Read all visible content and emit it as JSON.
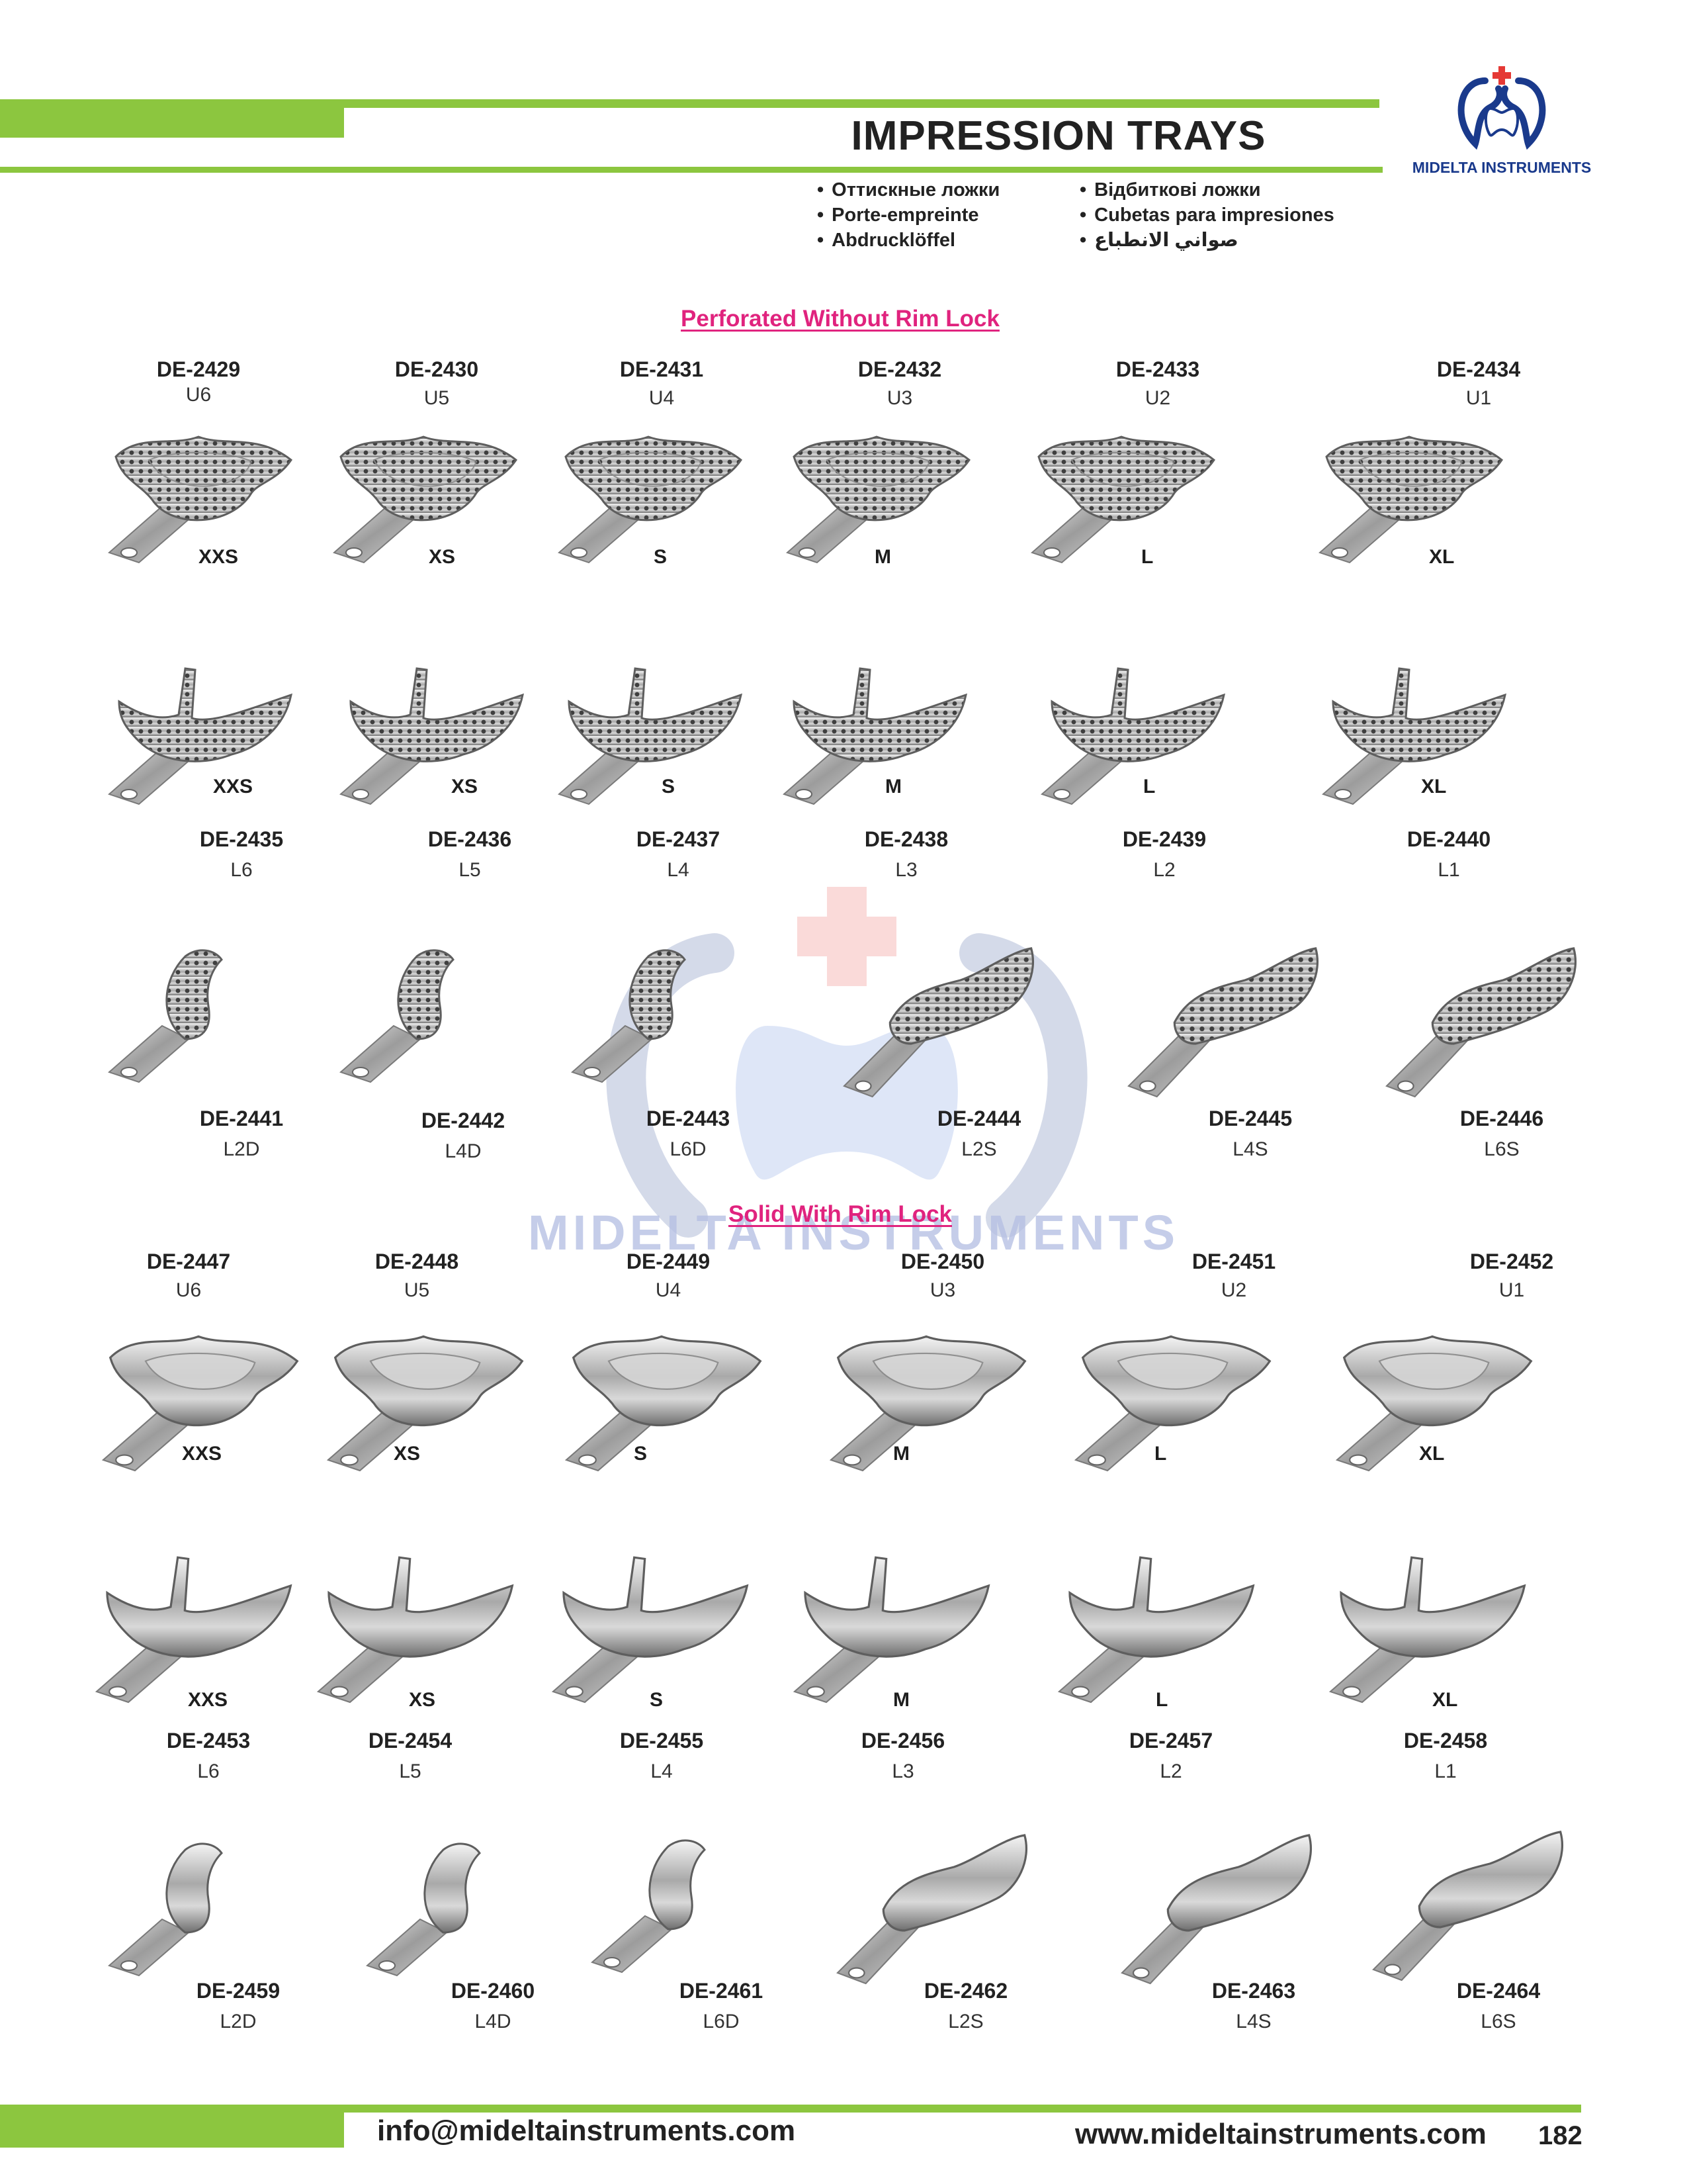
{
  "header": {
    "title": "IMPRESSION TRAYS",
    "brand": "MIDELTA INSTRUMENTS",
    "translations_left": [
      "Оттискные ложки",
      "Porte-empreinte",
      "Abdrucklöffel"
    ],
    "translations_right": [
      "Відбиткові ложки",
      "Cubetas para impresiones",
      "صواني الانطباع"
    ]
  },
  "sections": {
    "perforated": "Perforated Without Rim Lock",
    "solid": "Solid With Rim Lock"
  },
  "watermark": "MIDELTA INSTRUMENTS",
  "perforated": {
    "upper": [
      {
        "code": "DE-2429",
        "sub": "U6",
        "size": "XXS"
      },
      {
        "code": "DE-2430",
        "sub": "U5",
        "size": "XS"
      },
      {
        "code": "DE-2431",
        "sub": "U4",
        "size": "S"
      },
      {
        "code": "DE-2432",
        "sub": "U3",
        "size": "M"
      },
      {
        "code": "DE-2433",
        "sub": "U2",
        "size": "L"
      },
      {
        "code": "DE-2434",
        "sub": "U1",
        "size": "XL"
      }
    ],
    "lower": [
      {
        "code": "DE-2435",
        "sub": "L6",
        "size": "XXS"
      },
      {
        "code": "DE-2436",
        "sub": "L5",
        "size": "XS"
      },
      {
        "code": "DE-2437",
        "sub": "L4",
        "size": "S"
      },
      {
        "code": "DE-2438",
        "sub": "L3",
        "size": "M"
      },
      {
        "code": "DE-2439",
        "sub": "L2",
        "size": "L"
      },
      {
        "code": "DE-2440",
        "sub": "L1",
        "size": "XL"
      }
    ],
    "special": [
      {
        "code": "DE-2441",
        "sub": "L2D"
      },
      {
        "code": "DE-2442",
        "sub": "L4D"
      },
      {
        "code": "DE-2443",
        "sub": "L6D"
      },
      {
        "code": "DE-2444",
        "sub": "L2S"
      },
      {
        "code": "DE-2445",
        "sub": "L4S"
      },
      {
        "code": "DE-2446",
        "sub": "L6S"
      }
    ]
  },
  "solid": {
    "upper": [
      {
        "code": "DE-2447",
        "sub": "U6",
        "size": "XXS"
      },
      {
        "code": "DE-2448",
        "sub": "U5",
        "size": "XS"
      },
      {
        "code": "DE-2449",
        "sub": "U4",
        "size": "S"
      },
      {
        "code": "DE-2450",
        "sub": "U3",
        "size": "M"
      },
      {
        "code": "DE-2451",
        "sub": "U2",
        "size": "L"
      },
      {
        "code": "DE-2452",
        "sub": "U1",
        "size": "XL"
      }
    ],
    "lower": [
      {
        "code": "DE-2453",
        "sub": "L6",
        "size": "XXS"
      },
      {
        "code": "DE-2454",
        "sub": "L5",
        "size": "XS"
      },
      {
        "code": "DE-2455",
        "sub": "L4",
        "size": "S"
      },
      {
        "code": "DE-2456",
        "sub": "L3",
        "size": "M"
      },
      {
        "code": "DE-2457",
        "sub": "L2",
        "size": "L"
      },
      {
        "code": "DE-2458",
        "sub": "L1",
        "size": "XL"
      }
    ],
    "special": [
      {
        "code": "DE-2459",
        "sub": "L2D"
      },
      {
        "code": "DE-2460",
        "sub": "L4D"
      },
      {
        "code": "DE-2461",
        "sub": "L6D"
      },
      {
        "code": "DE-2462",
        "sub": "L2S"
      },
      {
        "code": "DE-2463",
        "sub": "L4S"
      },
      {
        "code": "DE-2464",
        "sub": "L6S"
      }
    ]
  },
  "footer": {
    "email": "info@mideltainstruments.com",
    "website": "www.mideltainstruments.com",
    "page_number": "182"
  },
  "colors": {
    "accent_green": "#8cc63f",
    "section_pink": "#e0237e",
    "brand_blue": "#1a3a8c",
    "logo_red": "#e53935"
  }
}
